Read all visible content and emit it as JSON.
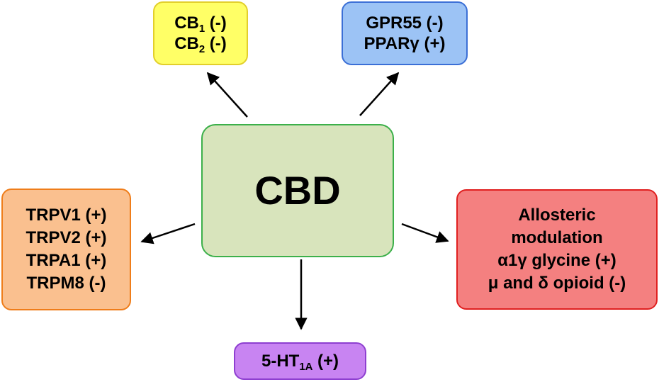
{
  "center": {
    "label": "CBD"
  },
  "cb_box": {
    "lines": [
      {
        "text": "CB",
        "sub": "1",
        "suffix": " (-)"
      },
      {
        "text": "CB",
        "sub": "2",
        "suffix": " (-)"
      }
    ]
  },
  "gpr_box": {
    "lines": [
      "GPR55 (-)",
      "PPARγ (+)"
    ]
  },
  "trp_box": {
    "lines": [
      "TRPV1 (+)",
      "TRPV2 (+)",
      "TRPA1 (+)",
      "TRPM8 (-)"
    ]
  },
  "allosteric_box": {
    "lines": [
      "Allosteric",
      "modulation",
      "α1γ glycine (+)",
      "μ and δ opioid (-)"
    ]
  },
  "ht_box": {
    "text": "5-HT",
    "sub": "1A",
    "suffix": " (+)"
  },
  "colors": {
    "center_fill": "#d8e4bc",
    "center_border": "#3cb04a",
    "cb_fill": "#ffff66",
    "gpr_fill": "#9cc3f5",
    "trp_fill": "#fac08f",
    "allosteric_fill": "#f48080",
    "ht_fill": "#c884f2",
    "arrow": "#000000"
  }
}
